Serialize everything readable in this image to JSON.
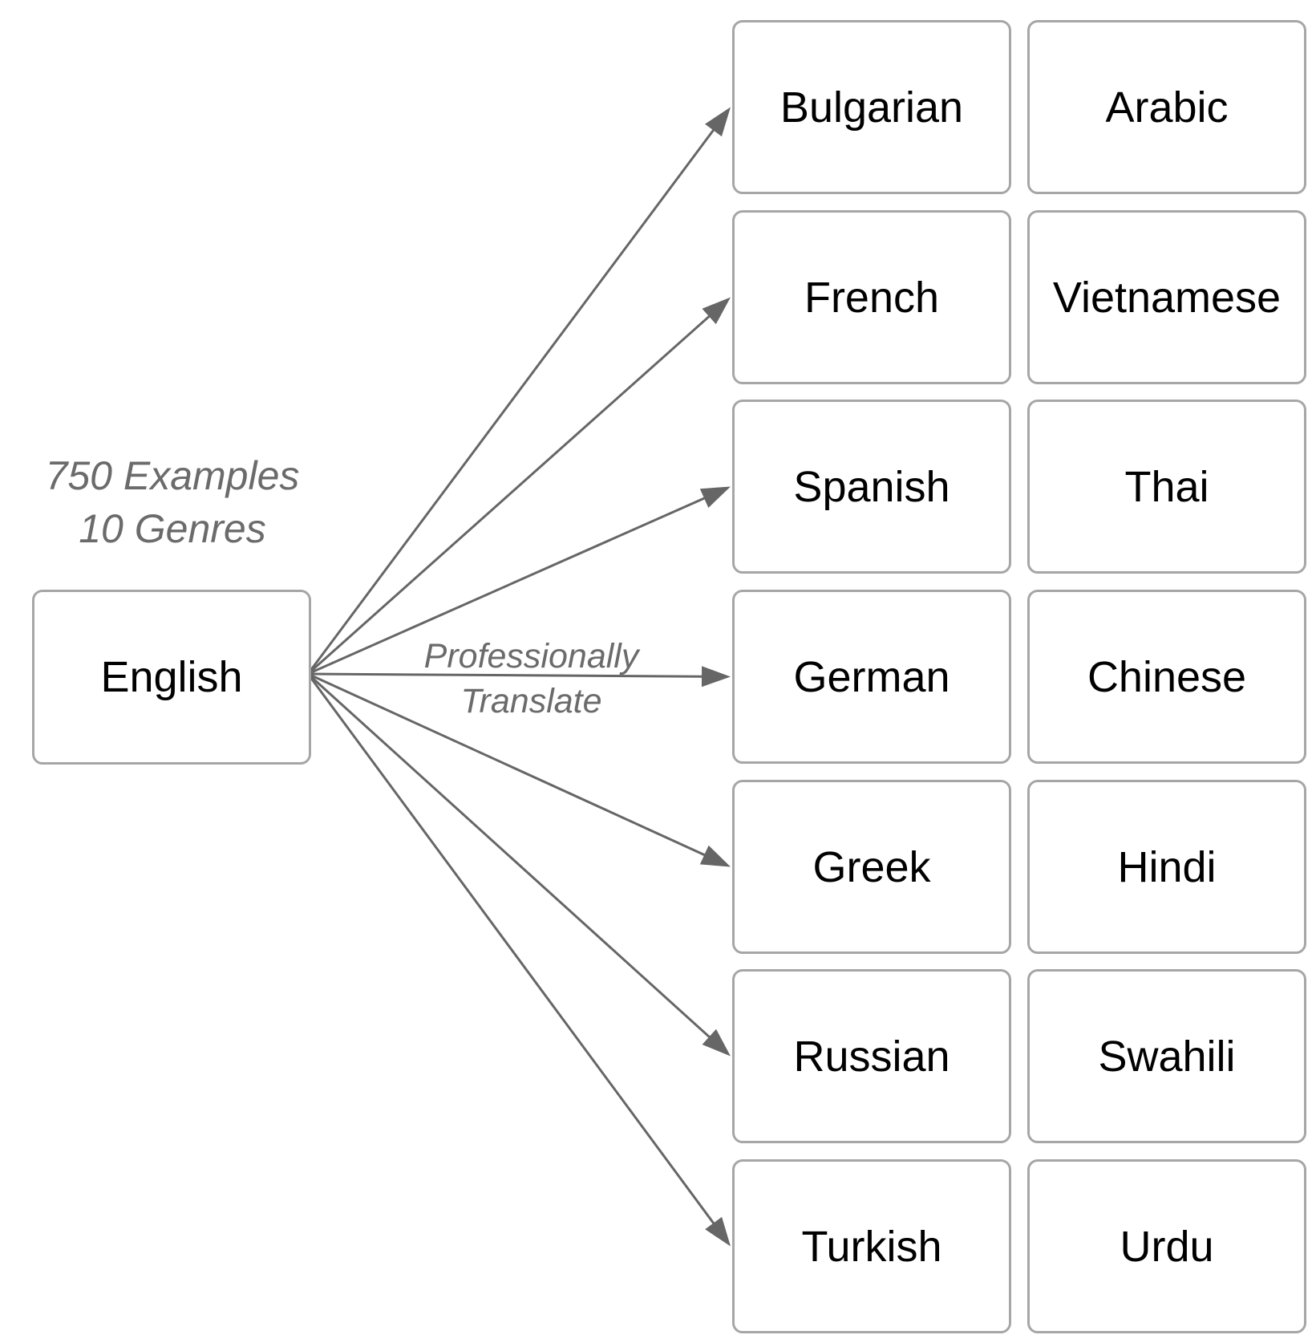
{
  "diagram": {
    "source": {
      "label": "English",
      "caption_lines": [
        "750 Examples",
        "10 Genres"
      ]
    },
    "edge_label_lines": [
      "Professionally",
      "Translate"
    ],
    "targets": {
      "column_1": [
        "Bulgarian",
        "French",
        "Spanish",
        "German",
        "Greek",
        "Russian",
        "Turkish"
      ],
      "column_2": [
        "Arabic",
        "Vietnamese",
        "Thai",
        "Chinese",
        "Hindi",
        "Swahili",
        "Urdu"
      ]
    },
    "colors": {
      "box_border": "#a6a6a6",
      "arrow": "#666666",
      "caption_text": "#6b6b6b",
      "box_text": "#000000"
    }
  }
}
